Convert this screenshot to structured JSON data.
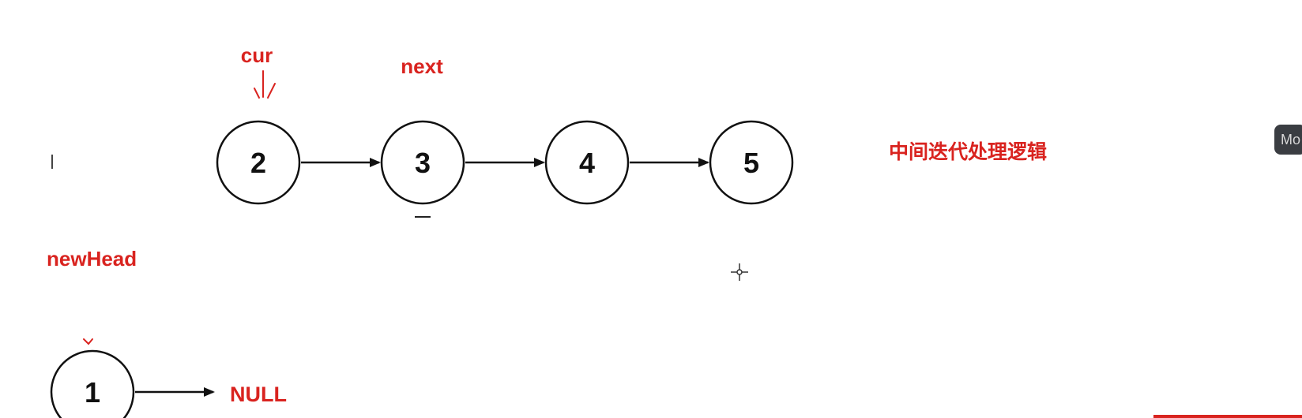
{
  "list": {
    "nodes": [
      {
        "id": "n2",
        "value": "2"
      },
      {
        "id": "n3",
        "value": "3"
      },
      {
        "id": "n4",
        "value": "4"
      },
      {
        "id": "n5",
        "value": "5"
      }
    ],
    "edges": [
      [
        "n2",
        "n3"
      ],
      [
        "n3",
        "n4"
      ],
      [
        "n4",
        "n5"
      ]
    ]
  },
  "pointers": {
    "cur": "cur",
    "next": "next",
    "new_head": "newHead"
  },
  "new_list": {
    "node_value": "1",
    "null_label": "NULL"
  },
  "caption": "中间迭代处理逻辑",
  "badge": "Mo",
  "colors": {
    "accent": "#d9231f",
    "stroke": "#111111",
    "badge_bg": "#3a3d42"
  }
}
